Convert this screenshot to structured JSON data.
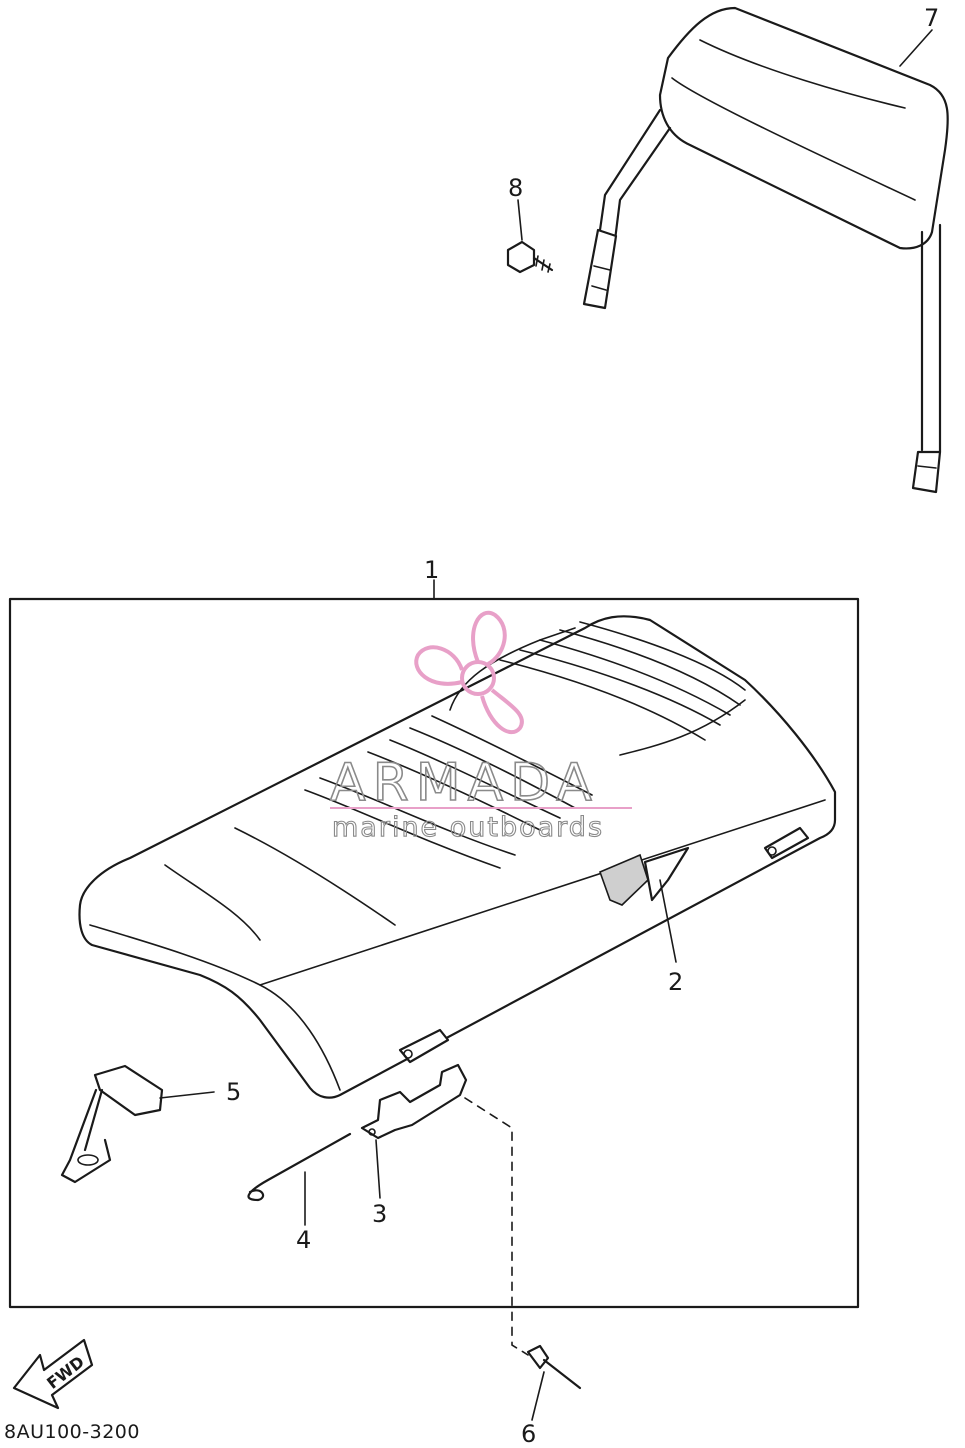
{
  "diagram": {
    "callouts": [
      {
        "id": "callout-1",
        "number": "1"
      },
      {
        "id": "callout-2",
        "number": "2"
      },
      {
        "id": "callout-3",
        "number": "3"
      },
      {
        "id": "callout-4",
        "number": "4"
      },
      {
        "id": "callout-5",
        "number": "5"
      },
      {
        "id": "callout-6",
        "number": "6"
      },
      {
        "id": "callout-7",
        "number": "7"
      },
      {
        "id": "callout-8",
        "number": "8"
      }
    ],
    "fwd_label": "FWD",
    "drawing_code": "8AU100-3200"
  },
  "watermark": {
    "brand": "ARMADA",
    "tagline": "marine outboards",
    "accent_color": "#e8a0c8",
    "icon": "propeller-icon"
  }
}
